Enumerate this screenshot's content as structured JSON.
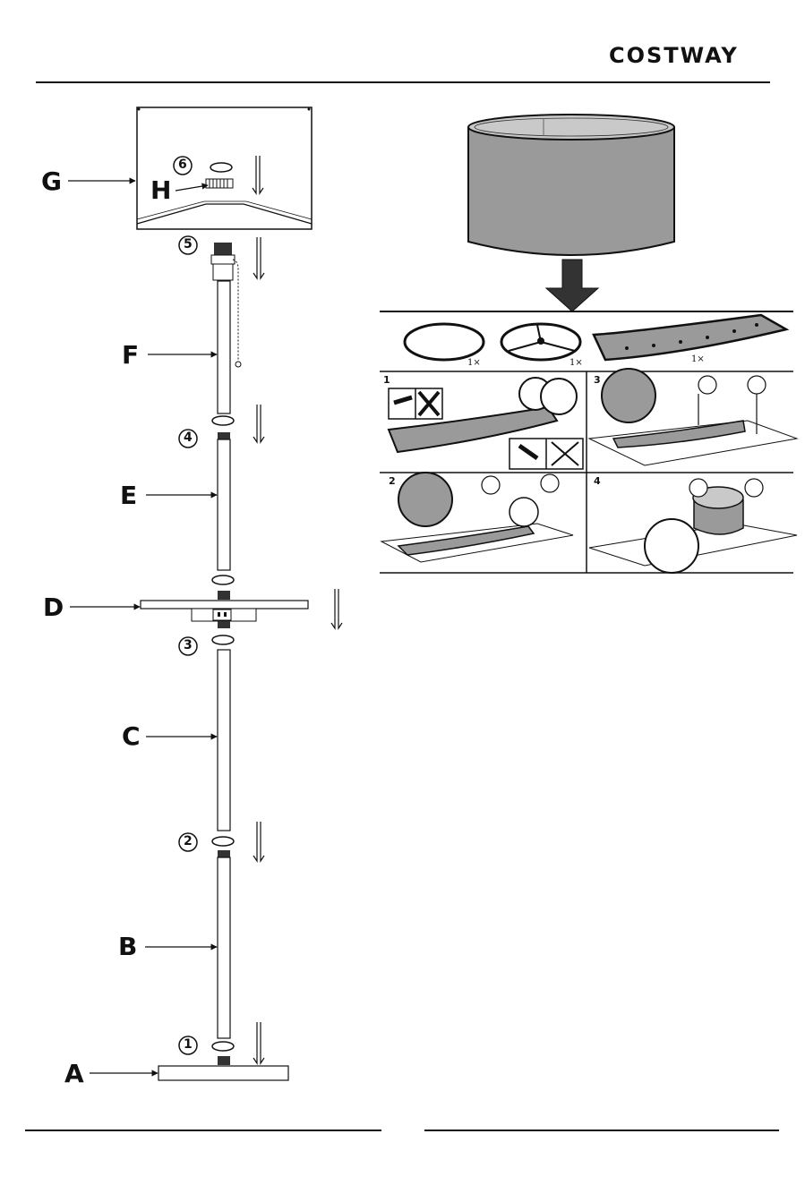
{
  "header": {
    "brand": "COSTWAY"
  },
  "parts": {
    "A": "A",
    "B": "B",
    "C": "C",
    "D": "D",
    "E": "E",
    "F": "F",
    "G": "G",
    "H": "H"
  },
  "steps": {
    "s1": "1",
    "s2": "2",
    "s3": "3",
    "s4": "4",
    "s5": "5",
    "s6": "6"
  },
  "kit": {
    "ring_qty": "1×",
    "spider_qty": "1×",
    "panel_qty": "1×"
  },
  "panels": {
    "p1": "1",
    "p2": "2",
    "p3": "3",
    "p4": "4"
  },
  "colors": {
    "shade_fill": "#9a9a9a",
    "shade_top": "#c9c9c9",
    "line": "#111111"
  }
}
